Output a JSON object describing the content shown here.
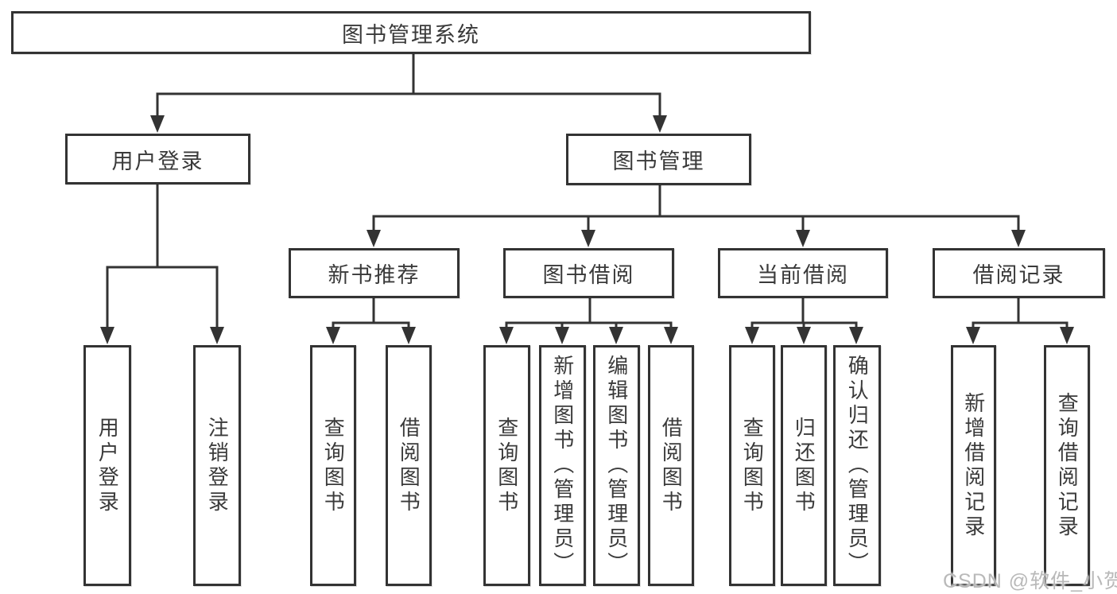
{
  "colors": {
    "line": "#333333",
    "text": "#3a3a3a",
    "watermark": "#b9b9b9",
    "background": "#ffffff"
  },
  "watermark": "CSDN @软件_小贺同学",
  "tree": {
    "label": "图书管理系统",
    "children": [
      {
        "label": "用户登录",
        "children": [
          {
            "label": "用户登录"
          },
          {
            "label": "注销登录"
          }
        ]
      },
      {
        "label": "图书管理",
        "children": [
          {
            "label": "新书推荐",
            "children": [
              {
                "label": "查询图书"
              },
              {
                "label": "借阅图书"
              }
            ]
          },
          {
            "label": "图书借阅",
            "children": [
              {
                "label": "查询图书"
              },
              {
                "label": "新增图书（管理员）"
              },
              {
                "label": "编辑图书（管理员）"
              },
              {
                "label": "借阅图书"
              }
            ]
          },
          {
            "label": "当前借阅",
            "children": [
              {
                "label": "查询图书"
              },
              {
                "label": "归还图书"
              },
              {
                "label": "确认归还（管理员）"
              }
            ]
          },
          {
            "label": "借阅记录",
            "children": [
              {
                "label": "新增借阅记录"
              },
              {
                "label": "查询借阅记录"
              }
            ]
          }
        ]
      }
    ]
  }
}
